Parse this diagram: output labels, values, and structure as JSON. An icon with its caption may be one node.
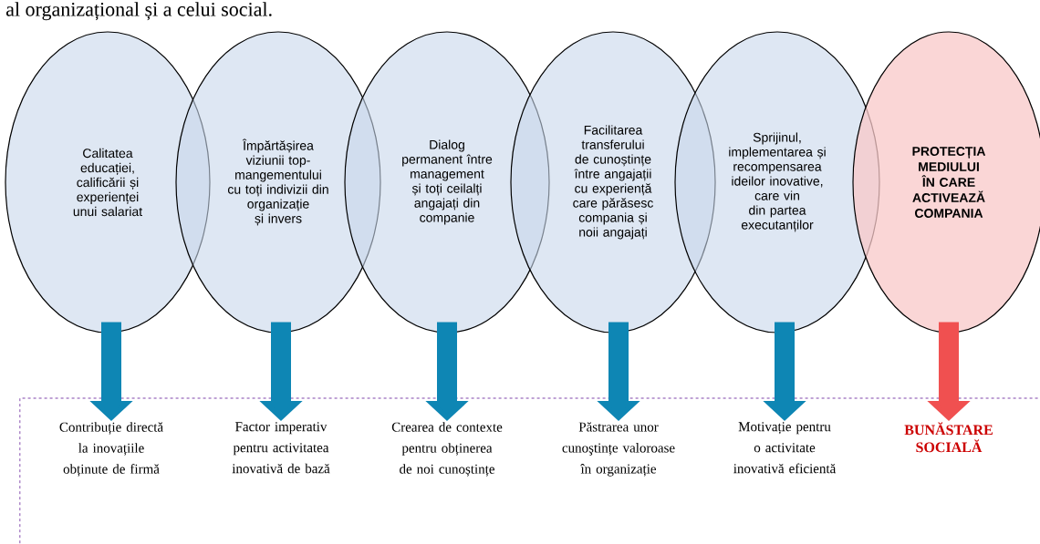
{
  "diagram": {
    "nodes": [
      {
        "text": [
          "Calitatea educației, calificării și experienței unui salariat"
        ]
      },
      {
        "text": [
          "Împărtășirea viziunii top-mangementului cu toți indivizii din organizație și invers"
        ]
      },
      {
        "text": [
          "Dialog permanent între management și toți ceilalți angajați din companie"
        ]
      },
      {
        "text": [
          "Facilitarea transferului de cunoștințe între angajații cu experiență care părăsesc compania și noii angajați"
        ]
      },
      {
        "text": [
          "Sprijinul, implementarea și recompensarea ideilor inovative, care vin din partea executanților"
        ]
      },
      {
        "text": [
          "PROTECȚIA MEDIULUI ÎN CARE ACTIVEAZĂ COMPANIA"
        ]
      },
      {
        "text": [],
        "shape": "box"
      },
      {
        "text": [
          "Contribuție directă la inovațiile obținute de firmă"
        ],
        "in": 6
      },
      {
        "text": [
          "Factor imperativ pentru activitatea inovativă de bază"
        ],
        "in": 6
      },
      {
        "text": [
          "Crearea de contexte pentru obținerea de noi cunoștințe"
        ],
        "in": 6
      },
      {
        "text": [
          "Păstrarea unor cunoştințe valoroase în organizație"
        ],
        "in": 6
      },
      {
        "text": [
          "Motivație pentru o activitate inovativă eficientă"
        ],
        "in": 6
      },
      {
        "text": [
          "BUNĂSTARE SOCIALĂ"
        ],
        "in": 6
      }
    ],
    "edges": [
      {
        "from": 0,
        "to": 7,
        "arrow": "to"
      },
      {
        "from": 1,
        "to": 8,
        "arrow": "to"
      },
      {
        "from": 2,
        "to": 9,
        "arrow": "to"
      },
      {
        "from": 3,
        "to": 10,
        "arrow": "to"
      },
      {
        "from": 4,
        "to": 11,
        "arrow": "to"
      },
      {
        "from": 5,
        "to": 12,
        "arrow": "to",
        "color": "#f05050"
      }
    ],
    "labels": [
      "al organizațional și a celui social."
    ]
  }
}
